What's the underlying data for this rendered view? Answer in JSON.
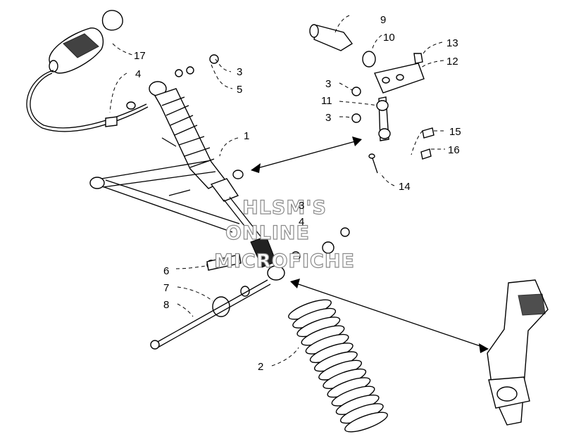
{
  "callouts": [
    "1",
    "2",
    "3",
    "3",
    "3",
    "3",
    "4",
    "4",
    "5",
    "6",
    "7",
    "8",
    "9",
    "10",
    "11",
    "12",
    "13",
    "14",
    "15",
    "16",
    "17"
  ],
  "watermark": {
    "line1": "HLSM'S",
    "line2": "ONLINE",
    "line3": "MICROFICHE"
  },
  "colors": {
    "ink": "#000000",
    "watermark": "#8a8a8a",
    "background": "#ffffff"
  }
}
